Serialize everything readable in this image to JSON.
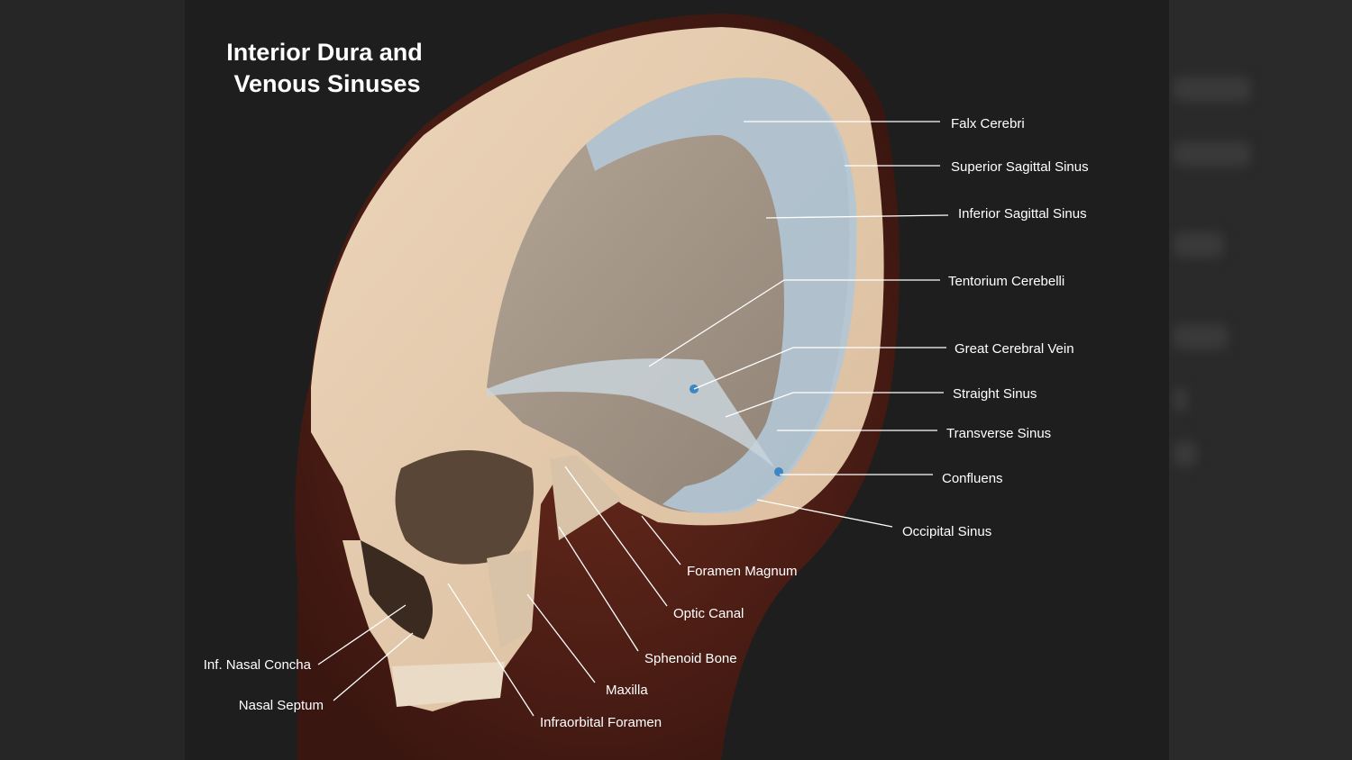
{
  "title": {
    "line1": "Interior Dura and",
    "line2": "Venous Sinuses"
  },
  "labels": {
    "falx_cerebri": "Falx Cerebri",
    "superior_sagittal_sinus": "Superior Sagittal Sinus",
    "inferior_sagittal_sinus": "Inferior Sagittal Sinus",
    "tentorium_cerebelli": "Tentorium Cerebelli",
    "great_cerebral_vein": "Great Cerebral Vein",
    "straight_sinus": "Straight Sinus",
    "transverse_sinus": "Transverse Sinus",
    "confluens": "Confluens",
    "occipital_sinus": "Occipital Sinus",
    "foramen_magnum": "Foramen Magnum",
    "optic_canal": "Optic Canal",
    "sphenoid_bone": "Sphenoid Bone",
    "maxilla": "Maxilla",
    "infraorbital_foramen": "Infraorbital Foramen",
    "inf_nasal_concha": "Inf. Nasal Concha",
    "nasal_septum": "Nasal Septum"
  },
  "colors": {
    "bone": "#e9cfb2",
    "dura": "#b3c6d6",
    "sinus": "#3d86c4",
    "head_glow": "#5b2216",
    "background": "#1e1e1e"
  }
}
